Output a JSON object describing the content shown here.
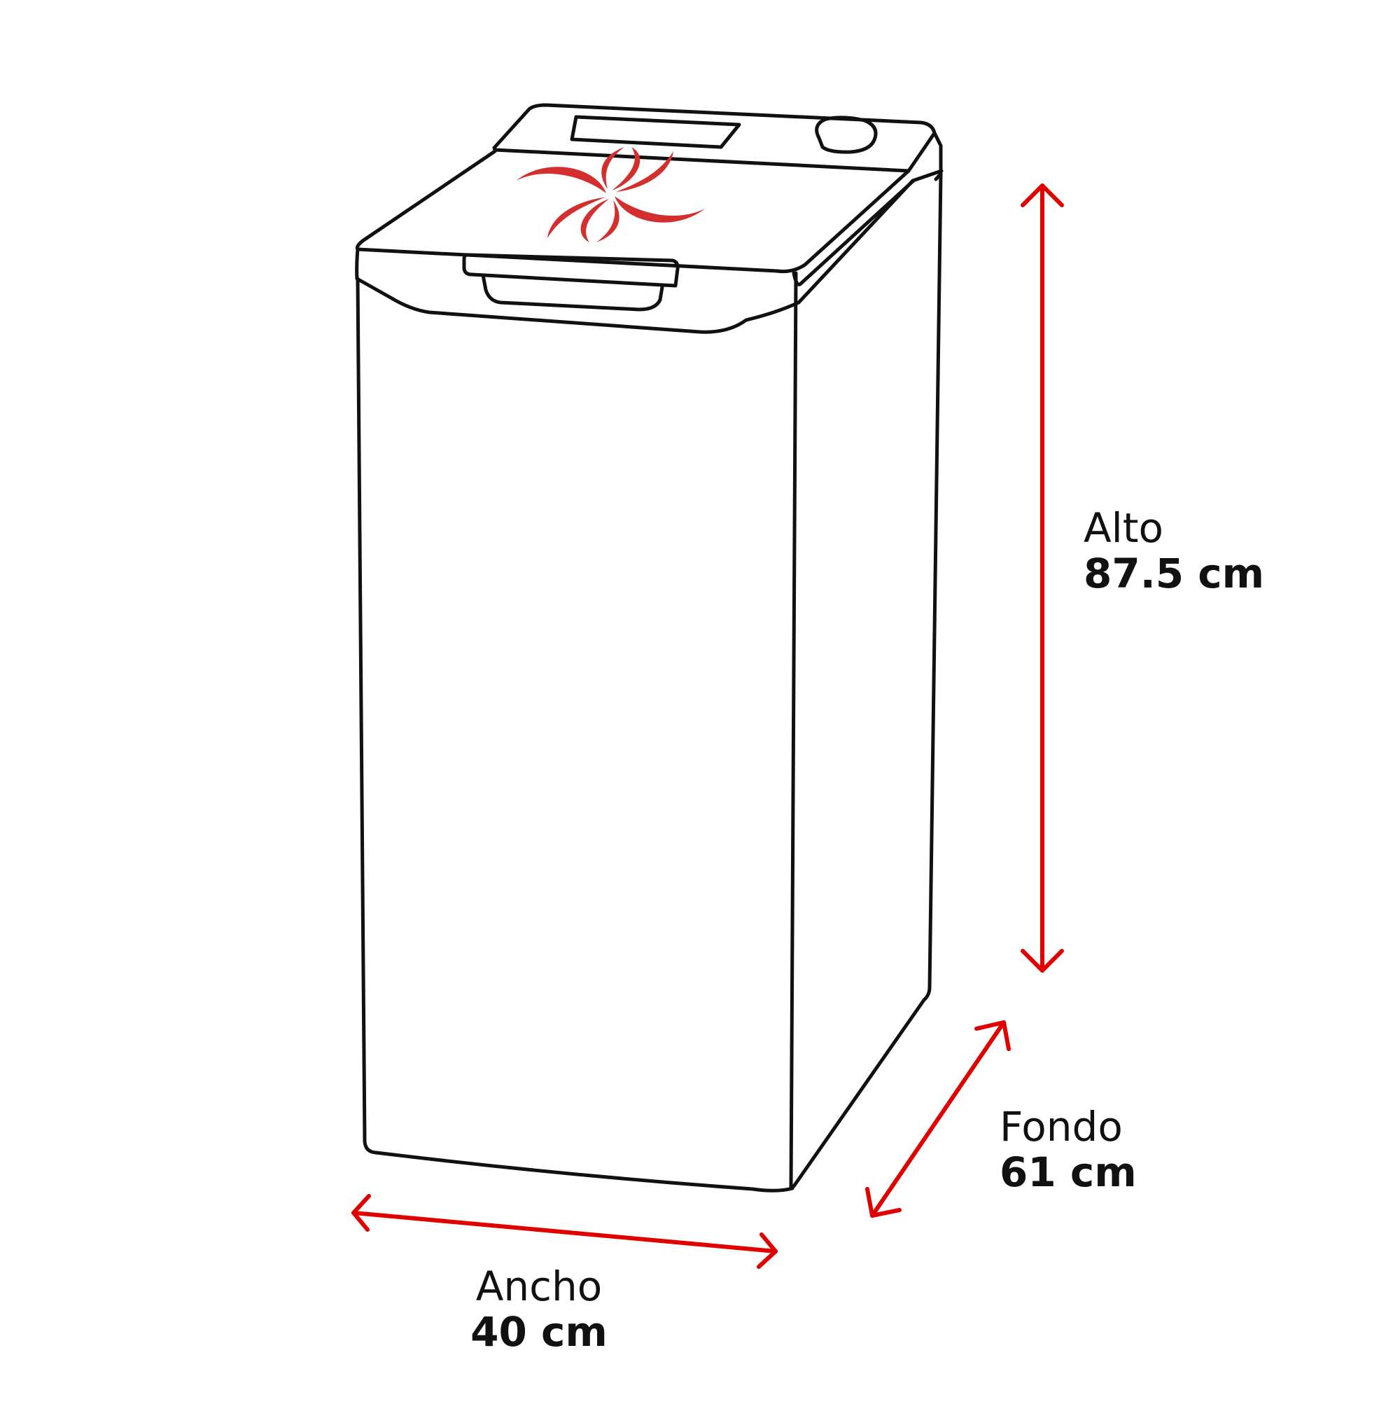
{
  "colors": {
    "outline": "#111111",
    "accent": "#e00000",
    "logo": "#d32f2f",
    "background": "#ffffff"
  },
  "icons": {
    "logo": "red-swirl-logo-icon",
    "arrow": "double-headed-arrow-icon"
  },
  "dimensions": {
    "alto": {
      "label": "Alto",
      "value": "87.5 cm"
    },
    "fondo": {
      "label": "Fondo",
      "value": "61 cm"
    },
    "ancho": {
      "label": "Ancho",
      "value": "40 cm"
    }
  }
}
